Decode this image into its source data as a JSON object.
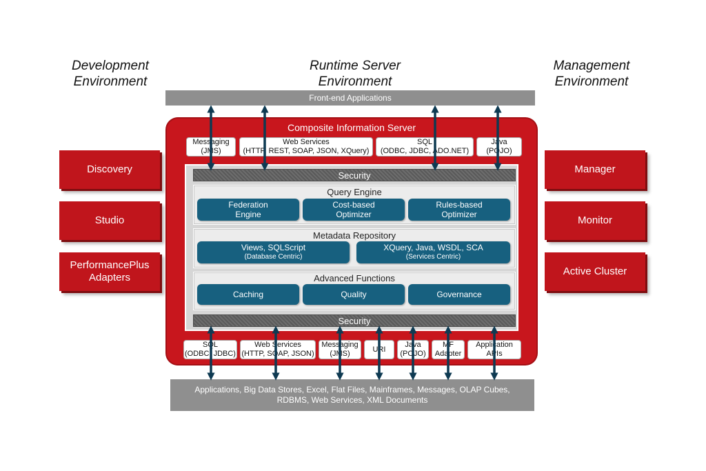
{
  "columns": {
    "development": "Development\nEnvironment",
    "runtime": "Runtime Server\nEnvironment",
    "management": "Management\nEnvironment"
  },
  "frontend_bar": "Front-end Applications",
  "backend_bar": "Applications, Big Data Stores, Excel, Flat Files, Mainframes, Messages, OLAP Cubes,\nRDBMS, Web Services, XML Documents",
  "left_boxes": [
    "Discovery",
    "Studio",
    "PerformancePlus\nAdapters"
  ],
  "right_boxes": [
    "Manager",
    "Monitor",
    "Active Cluster"
  ],
  "server": {
    "title": "Composite Information Server",
    "top_ports": [
      "Messaging\n(JMS)",
      "Web Services\n(HTTP, REST, SOAP, JSON, XQuery)",
      "SQL\n(ODBC, JDBC, ADO.NET)",
      "Java\n(POJO)"
    ],
    "security_top": "Security",
    "security_bottom": "Security",
    "query_engine": {
      "title": "Query Engine",
      "items": [
        {
          "label": "Federation\nEngine"
        },
        {
          "label": "Cost-based\nOptimizer"
        },
        {
          "label": "Rules-based\nOptimizer"
        }
      ]
    },
    "metadata": {
      "title": "Metadata Repository",
      "items": [
        {
          "label": "Views, SQLScript",
          "sub": "(Database Centric)"
        },
        {
          "label": "XQuery, Java, WSDL, SCA",
          "sub": "(Services Centric)"
        }
      ]
    },
    "advanced": {
      "title": "Advanced Functions",
      "items": [
        {
          "label": "Caching"
        },
        {
          "label": "Quality"
        },
        {
          "label": "Governance"
        }
      ]
    },
    "bottom_ports": [
      "SQL\n(ODBC, JDBC)",
      "Web Services\n(HTTP, SOAP, JSON)",
      "Messaging\n(JMS)",
      "URI",
      "Java\n(POJO)",
      "MF\nAdapter",
      "Application\nAPIs"
    ]
  },
  "colors": {
    "red": "#c8161d",
    "teal": "#17607f",
    "gray": "#8f8f8f",
    "arrow": "#0e3a52"
  }
}
